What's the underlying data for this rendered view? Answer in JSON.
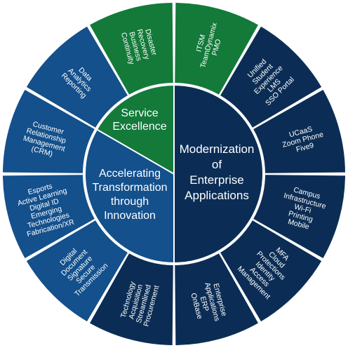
{
  "colors": {
    "dark_navy": "#0b2d55",
    "mid_blue": "#13508c",
    "green": "#137a3a",
    "white": "#ffffff"
  },
  "core": [
    {
      "key": "service-excellence",
      "label": "Service Excellence",
      "lines": [
        "Service",
        "Excellence"
      ],
      "color": "green"
    },
    {
      "key": "modernization",
      "label": "Modernization of Enterprise Applications",
      "lines": [
        "Modernization",
        "of",
        "Enterprise",
        "Applications"
      ],
      "color": "dark_navy"
    },
    {
      "key": "accelerating",
      "label": "Accelerating Transformation through Innovation",
      "lines": [
        "Accelerating",
        "Transformation",
        "through",
        "Innovation"
      ],
      "color": "mid_blue"
    }
  ],
  "outer_segments": [
    {
      "key": "itsm",
      "lines": [
        "ITSM",
        "TeamDynamix",
        "PMO"
      ],
      "color": "green"
    },
    {
      "key": "unified-student",
      "lines": [
        "Unified",
        "Student",
        "Experience",
        "LMS",
        "SSO Portal"
      ],
      "color": "dark_navy"
    },
    {
      "key": "ucaas",
      "lines": [
        "UCaaS",
        "Zoom Phone",
        "Five9"
      ],
      "color": "dark_navy"
    },
    {
      "key": "campus-infra",
      "lines": [
        "Campus",
        "Infrastructure",
        "Wi-Fi",
        "Printing",
        "Mobile"
      ],
      "color": "dark_navy"
    },
    {
      "key": "mfa",
      "lines": [
        "MFA",
        "Cloud",
        "Protections",
        "Identity",
        "Access",
        "Management"
      ],
      "color": "dark_navy"
    },
    {
      "key": "enterprise-apps",
      "lines": [
        "Enterprise",
        "Applications",
        "ERP",
        "OnBase"
      ],
      "color": "dark_navy"
    },
    {
      "key": "tech-acquisition",
      "lines": [
        "Technology",
        "Acquisition",
        "Streamlined",
        "Procurement"
      ],
      "color": "dark_navy"
    },
    {
      "key": "digital-doc",
      "lines": [
        "Digital",
        "Document",
        "Signature",
        "Secure",
        "Transmission"
      ],
      "color": "mid_blue"
    },
    {
      "key": "esports",
      "lines": [
        "Esports",
        "Active Learning",
        "Digital ID",
        "Emerging",
        "Technologies",
        "Fabrication/XR"
      ],
      "color": "mid_blue"
    },
    {
      "key": "crm",
      "lines": [
        "Customer",
        "Relationship",
        "Management",
        "(CRM)"
      ],
      "color": "mid_blue"
    },
    {
      "key": "data-analytics",
      "lines": [
        "Data",
        "Analytics",
        "Reporting"
      ],
      "color": "mid_blue"
    },
    {
      "key": "disaster-recovery",
      "lines": [
        "Disaster",
        "Recovery",
        "Business",
        "Continuity"
      ],
      "color": "green"
    }
  ]
}
